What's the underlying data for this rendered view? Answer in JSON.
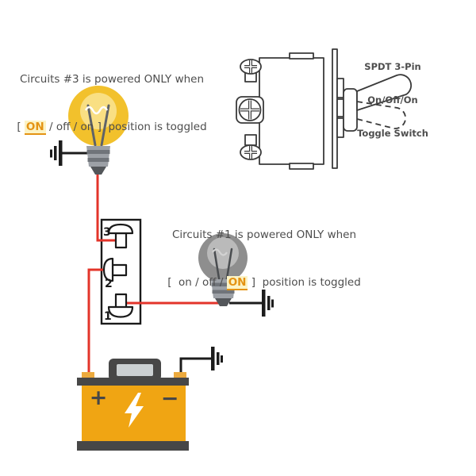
{
  "colors": {
    "wire-red": "#e3342a",
    "wire-black": "#1c1c1c",
    "text-gray": "#4d4d4d",
    "highlight-orange": "#e49313",
    "highlight-bg": "#fcf3c5",
    "bulb-on-outer": "#f2c12c",
    "bulb-on-inner": "#f9df83",
    "bulb-off-outer": "#8e8e8e",
    "bulb-off-inner": "#bababa",
    "metal-gray": "#9ca0a6",
    "metal-dark": "#70747a",
    "tip-dark": "#53565a",
    "battery-orange": "#f0a513",
    "battery-dark": "#474747",
    "line-art": "#3a3a3a"
  },
  "captions": {
    "circuit3": {
      "line1": "Circuits #3 is powered ONLY when",
      "pre": "[ ",
      "on": "ON",
      "post": " / off / on ]  position is toggled"
    },
    "circuit1": {
      "line1": "Circuits #1 is powered ONLY when",
      "pre": "[  on / off / ",
      "on": "ON",
      "post": " ]  position is toggled"
    }
  },
  "switch_label": {
    "line1": "SPDT 3-Pin",
    "line2": "On/Off/On",
    "line3": "Toggle Switch"
  },
  "switch_block": {
    "terminal3": "3",
    "terminal2": "2",
    "terminal1": "1"
  },
  "battery": {
    "plus": "+",
    "minus": "−"
  }
}
